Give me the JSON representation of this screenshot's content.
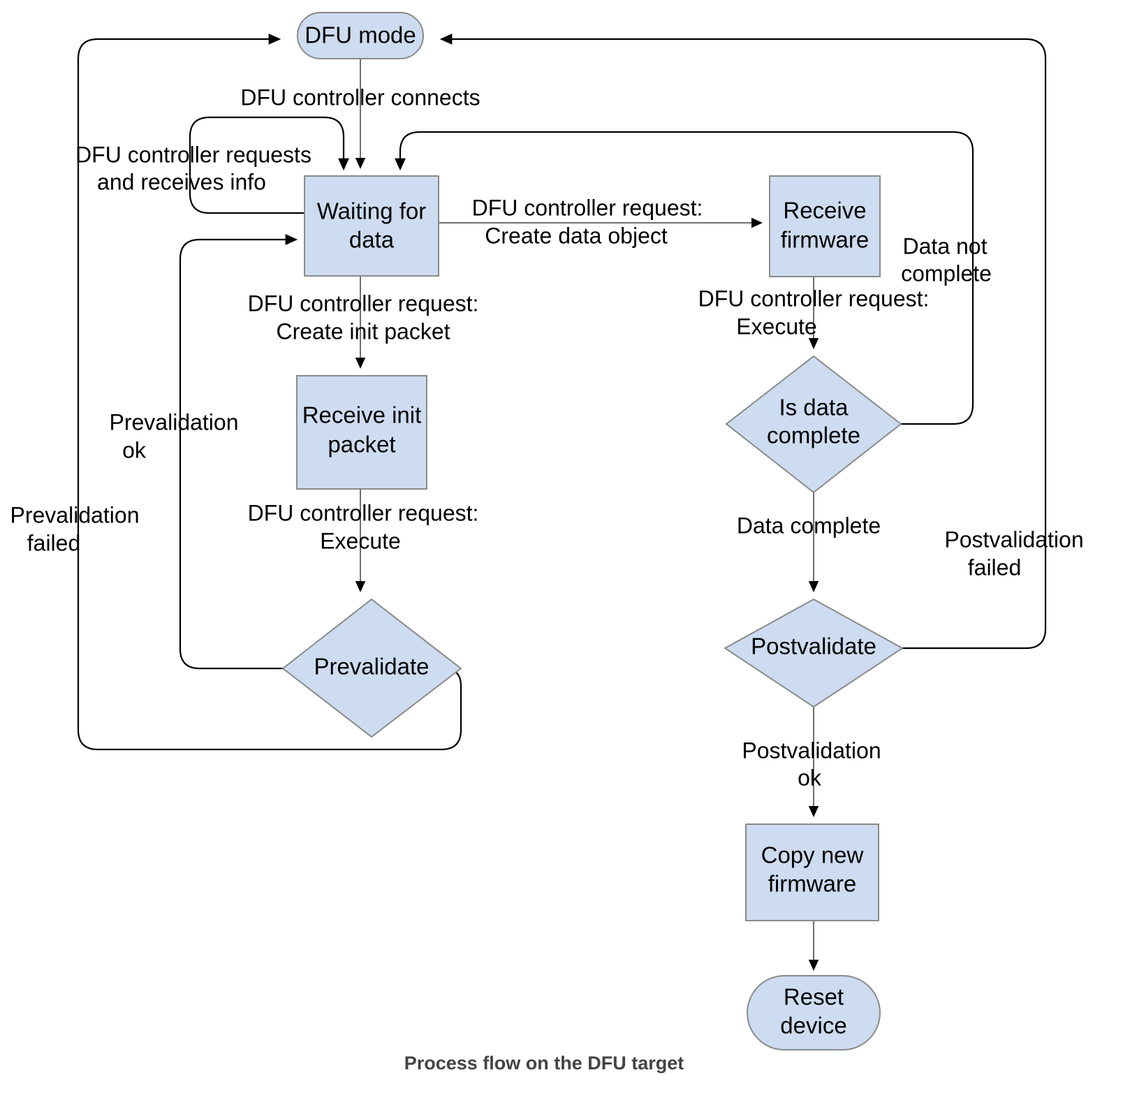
{
  "diagram": {
    "caption": "Process flow on the DFU target",
    "colors": {
      "node_fill": "#cddcf0",
      "node_stroke": "#8a8a8a",
      "edge_stroke": "#000000",
      "text": "#000000",
      "caption_text": "#444444",
      "background": "#ffffff"
    },
    "nodes": [
      {
        "id": "dfu_mode",
        "label": "DFU mode",
        "shape": "stadium"
      },
      {
        "id": "waiting",
        "label": "Waiting for data",
        "shape": "rect"
      },
      {
        "id": "receive_init",
        "label": "Receive init packet",
        "shape": "rect"
      },
      {
        "id": "prevalidate",
        "label": "Prevalidate",
        "shape": "diamond"
      },
      {
        "id": "receive_fw",
        "label": "Receive firmware",
        "shape": "rect"
      },
      {
        "id": "is_data_complete",
        "label": "Is data complete",
        "shape": "diamond"
      },
      {
        "id": "postvalidate",
        "label": "Postvalidate",
        "shape": "diamond"
      },
      {
        "id": "copy_new_fw",
        "label": "Copy new firmware",
        "shape": "rect"
      },
      {
        "id": "reset_device",
        "label": "Reset device",
        "shape": "stadium"
      }
    ],
    "node_text": {
      "dfu_mode": "DFU mode",
      "waiting_1": "Waiting for",
      "waiting_2": "data",
      "receive_init_1": "Receive init",
      "receive_init_2": "packet",
      "prevalidate": "Prevalidate",
      "receive_fw_1": "Receive",
      "receive_fw_2": "firmware",
      "is_data_complete_1": "Is data",
      "is_data_complete_2": "complete",
      "postvalidate": "Postvalidate",
      "copy_new_fw_1": "Copy new",
      "copy_new_fw_2": "firmware",
      "reset_device_1": "Reset",
      "reset_device_2": "device"
    },
    "edges": [
      {
        "id": "e_connect",
        "from": "dfu_mode",
        "to": "waiting",
        "label": "DFU controller connects"
      },
      {
        "id": "e_selfloop",
        "from": "waiting",
        "to": "waiting",
        "label": "DFU controller requests and receives info"
      },
      {
        "id": "e_create_init",
        "from": "waiting",
        "to": "receive_init",
        "label": "DFU controller request: Create init packet"
      },
      {
        "id": "e_exec_init",
        "from": "receive_init",
        "to": "prevalidate",
        "label": "DFU controller request: Execute"
      },
      {
        "id": "e_preval_ok",
        "from": "prevalidate",
        "to": "waiting",
        "label": "Prevalidation ok"
      },
      {
        "id": "e_preval_failed",
        "from": "prevalidate",
        "to": "dfu_mode",
        "label": "Prevalidation failed"
      },
      {
        "id": "e_create_data",
        "from": "waiting",
        "to": "receive_fw",
        "label": "DFU controller request: Create data object"
      },
      {
        "id": "e_exec_data",
        "from": "receive_fw",
        "to": "is_data_complete",
        "label": "DFU controller request: Execute"
      },
      {
        "id": "e_not_complete",
        "from": "is_data_complete",
        "to": "waiting",
        "label": "Data not complete"
      },
      {
        "id": "e_complete",
        "from": "is_data_complete",
        "to": "postvalidate",
        "label": "Data complete"
      },
      {
        "id": "e_postval_fail",
        "from": "postvalidate",
        "to": "dfu_mode",
        "label": "Postvalidation failed"
      },
      {
        "id": "e_postval_ok",
        "from": "postvalidate",
        "to": "copy_new_fw",
        "label": "Postvalidation ok"
      },
      {
        "id": "e_reset",
        "from": "copy_new_fw",
        "to": "reset_device",
        "label": ""
      }
    ],
    "edge_text": {
      "connect": "DFU controller connects",
      "selfloop_1": "DFU controller requests",
      "selfloop_2": "and receives info",
      "create_init_1": "DFU controller request:",
      "create_init_2": "Create init packet",
      "exec_init_1": "DFU controller request:",
      "exec_init_2": "Execute",
      "preval_ok_1": "Prevalidation",
      "preval_ok_2": "ok",
      "preval_failed_1": "Prevalidation",
      "preval_failed_2": "failed",
      "create_data_1": "DFU controller request:",
      "create_data_2": "Create data object",
      "exec_data_1": "DFU controller request:",
      "exec_data_2": "Execute",
      "not_complete_1": "Data not",
      "not_complete_2": "complete",
      "data_complete": "Data complete",
      "postval_failed_1": "Postvalidation",
      "postval_failed_2": "failed",
      "postval_ok_1": "Postvalidation",
      "postval_ok_2": "ok"
    }
  }
}
